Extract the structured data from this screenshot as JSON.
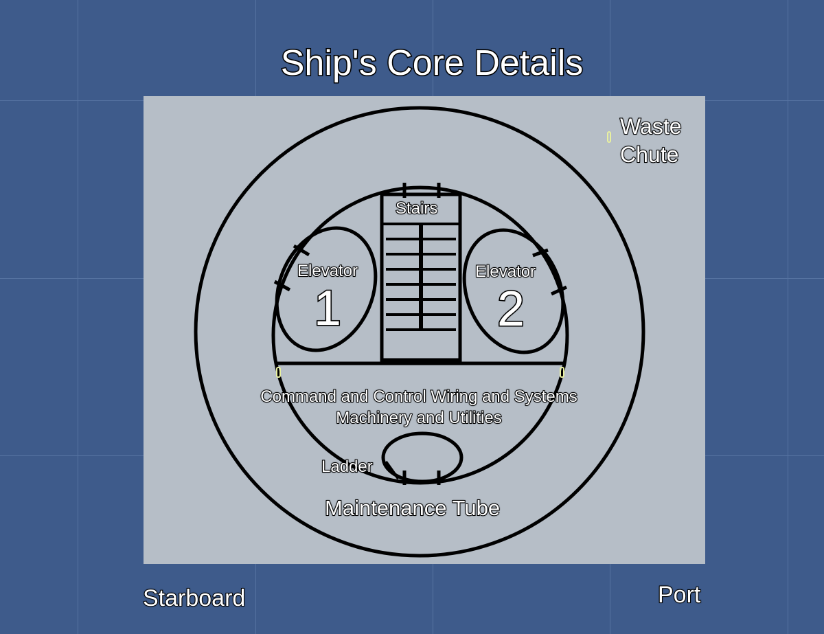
{
  "diagram": {
    "title": "Ship's Core Details",
    "orientation": {
      "left": "Starboard",
      "right": "Port"
    },
    "labels": {
      "waste_chute_line1": "Waste",
      "waste_chute_line2": "Chute",
      "stairs": "Stairs",
      "elevator_1_word": "Elevator",
      "elevator_1_number": "1",
      "elevator_2_word": "Elevator",
      "elevator_2_number": "2",
      "systems_line1": "Command and Control Wiring and Systems",
      "systems_line2": "Machinery and Utilities",
      "ladder": "Ladder",
      "maintenance_tube": "Maintenance Tube"
    },
    "colors": {
      "background": "#3e5b8b",
      "panel": "#b6bec7",
      "lines": "#000000",
      "label_text": "#ffffff",
      "marker": "#e8f0a0"
    }
  }
}
